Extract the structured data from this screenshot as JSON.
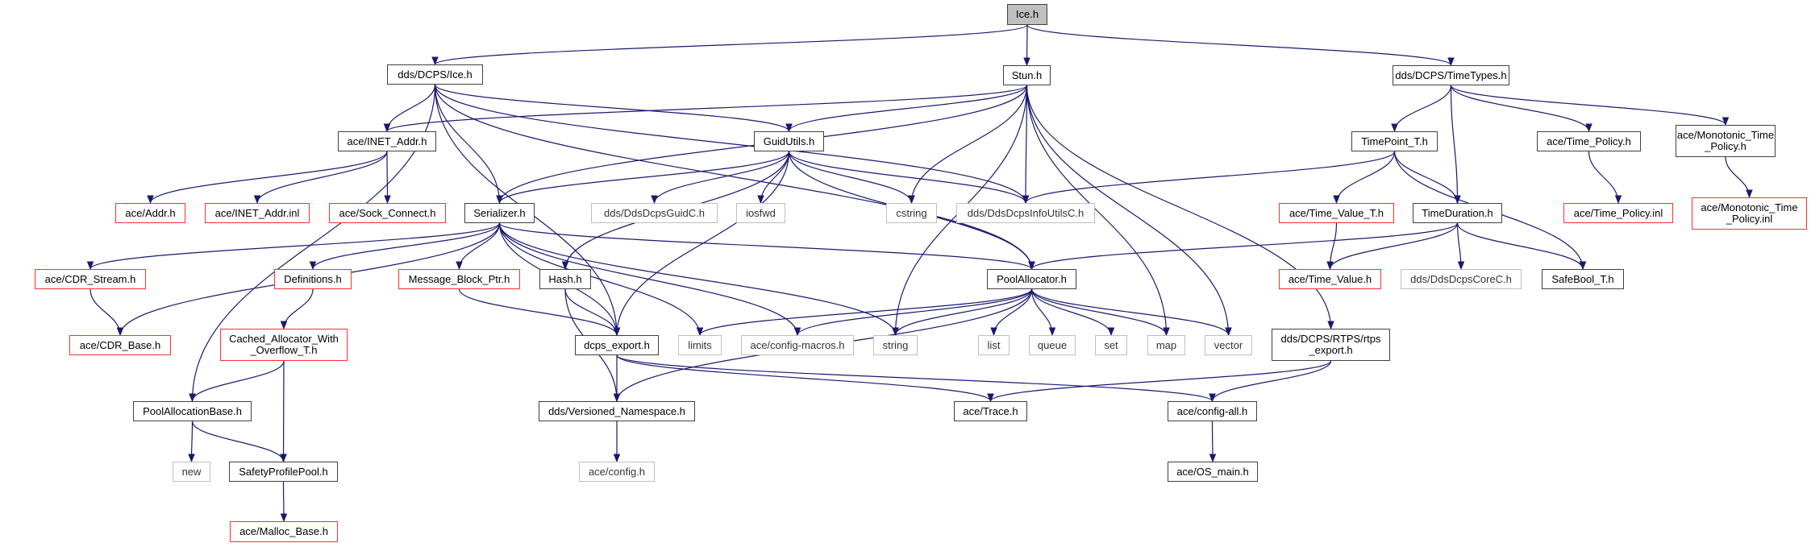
{
  "title": "Ice.h include dependency graph",
  "colors": {
    "edge": "#191970",
    "node_border": "#404040",
    "root_fill": "#bfbfbf",
    "missing_border": "#bfbfbf",
    "external_border": "#ff0000"
  },
  "nodes": [
    {
      "id": "ice_h",
      "label": "Ice.h",
      "kind": "root"
    },
    {
      "id": "dcps_ice_h",
      "label": "dds/DCPS/Ice.h",
      "kind": "normal"
    },
    {
      "id": "stun_h",
      "label": "Stun.h",
      "kind": "normal"
    },
    {
      "id": "timetypes_h",
      "label": "dds/DCPS/TimeTypes.h",
      "kind": "normal"
    },
    {
      "id": "inet_addr_h",
      "label": "ace/INET_Addr.h",
      "kind": "normal"
    },
    {
      "id": "guidutils_h",
      "label": "GuidUtils.h",
      "kind": "normal"
    },
    {
      "id": "timepoint_h",
      "label": "TimePoint_T.h",
      "kind": "normal"
    },
    {
      "id": "time_policy_h",
      "label": "ace/Time_Policy.h",
      "kind": "normal"
    },
    {
      "id": "mono_policy_h",
      "label": "ace/Monotonic_Time\n_Policy.h",
      "kind": "normal"
    },
    {
      "id": "addr_h",
      "label": "ace/Addr.h",
      "kind": "external"
    },
    {
      "id": "inet_addr_inl",
      "label": "ace/INET_Addr.inl",
      "kind": "external"
    },
    {
      "id": "sock_connect_h",
      "label": "ace/Sock_Connect.h",
      "kind": "external"
    },
    {
      "id": "serializer_h",
      "label": "Serializer.h",
      "kind": "normal"
    },
    {
      "id": "guidc_h",
      "label": "dds/DdsDcpsGuidC.h",
      "kind": "missing"
    },
    {
      "id": "iosfwd",
      "label": "iosfwd",
      "kind": "missing"
    },
    {
      "id": "cstring",
      "label": "cstring",
      "kind": "missing"
    },
    {
      "id": "infoutilsc_h",
      "label": "dds/DdsDcpsInfoUtilsC.h",
      "kind": "missing"
    },
    {
      "id": "time_value_t_h",
      "label": "ace/Time_Value_T.h",
      "kind": "external"
    },
    {
      "id": "timeduration_h",
      "label": "TimeDuration.h",
      "kind": "normal"
    },
    {
      "id": "time_policy_inl",
      "label": "ace/Time_Policy.inl",
      "kind": "external"
    },
    {
      "id": "mono_policy_inl",
      "label": "ace/Monotonic_Time\n_Policy.inl",
      "kind": "external"
    },
    {
      "id": "cdr_stream_h",
      "label": "ace/CDR_Stream.h",
      "kind": "external"
    },
    {
      "id": "definitions_h",
      "label": "Definitions.h",
      "kind": "external"
    },
    {
      "id": "mb_ptr_h",
      "label": "Message_Block_Ptr.h",
      "kind": "external"
    },
    {
      "id": "hash_h",
      "label": "Hash.h",
      "kind": "normal"
    },
    {
      "id": "poolallocator_h",
      "label": "PoolAllocator.h",
      "kind": "normal"
    },
    {
      "id": "time_value_h",
      "label": "ace/Time_Value.h",
      "kind": "external"
    },
    {
      "id": "corec_h",
      "label": "dds/DdsDcpsCoreC.h",
      "kind": "missing"
    },
    {
      "id": "safebool_h",
      "label": "SafeBool_T.h",
      "kind": "normal"
    },
    {
      "id": "cdr_base_h",
      "label": "ace/CDR_Base.h",
      "kind": "external"
    },
    {
      "id": "cached_alloc_h",
      "label": "Cached_Allocator_With\n_Overflow_T.h",
      "kind": "external"
    },
    {
      "id": "dcps_export_h",
      "label": "dcps_export.h",
      "kind": "normal"
    },
    {
      "id": "limits",
      "label": "limits",
      "kind": "missing"
    },
    {
      "id": "config_macros_h",
      "label": "ace/config-macros.h",
      "kind": "missing"
    },
    {
      "id": "string",
      "label": "string",
      "kind": "missing"
    },
    {
      "id": "list",
      "label": "list",
      "kind": "missing"
    },
    {
      "id": "queue",
      "label": "queue",
      "kind": "missing"
    },
    {
      "id": "set",
      "label": "set",
      "kind": "missing"
    },
    {
      "id": "map",
      "label": "map",
      "kind": "missing"
    },
    {
      "id": "vector",
      "label": "vector",
      "kind": "missing"
    },
    {
      "id": "rtps_export_h",
      "label": "dds/DCPS/RTPS/rtps\n_export.h",
      "kind": "normal"
    },
    {
      "id": "poolallocationbase_h",
      "label": "PoolAllocationBase.h",
      "kind": "normal"
    },
    {
      "id": "versioned_ns_h",
      "label": "dds/Versioned_Namespace.h",
      "kind": "normal"
    },
    {
      "id": "trace_h",
      "label": "ace/Trace.h",
      "kind": "normal"
    },
    {
      "id": "config_all_h",
      "label": "ace/config-all.h",
      "kind": "normal"
    },
    {
      "id": "new",
      "label": "new",
      "kind": "missing"
    },
    {
      "id": "safetyprofilepool_h",
      "label": "SafetyProfilePool.h",
      "kind": "normal"
    },
    {
      "id": "config_h",
      "label": "ace/config.h",
      "kind": "missing"
    },
    {
      "id": "os_main_h",
      "label": "ace/OS_main.h",
      "kind": "normal"
    },
    {
      "id": "malloc_base_h",
      "label": "ace/Malloc_Base.h",
      "kind": "external"
    }
  ],
  "edges": [
    [
      "ice_h",
      "dcps_ice_h"
    ],
    [
      "ice_h",
      "stun_h"
    ],
    [
      "ice_h",
      "timetypes_h"
    ],
    [
      "dcps_ice_h",
      "inet_addr_h"
    ],
    [
      "dcps_ice_h",
      "serializer_h"
    ],
    [
      "dcps_ice_h",
      "guidutils_h"
    ],
    [
      "dcps_ice_h",
      "infoutilsc_h"
    ],
    [
      "dcps_ice_h",
      "poolallocator_h"
    ],
    [
      "dcps_ice_h",
      "dcps_export_h"
    ],
    [
      "dcps_ice_h",
      "poolallocationbase_h"
    ],
    [
      "stun_h",
      "inet_addr_h"
    ],
    [
      "stun_h",
      "serializer_h"
    ],
    [
      "stun_h",
      "guidutils_h"
    ],
    [
      "stun_h",
      "cstring"
    ],
    [
      "stun_h",
      "infoutilsc_h"
    ],
    [
      "stun_h",
      "string"
    ],
    [
      "stun_h",
      "map"
    ],
    [
      "stun_h",
      "vector"
    ],
    [
      "stun_h",
      "rtps_export_h"
    ],
    [
      "timetypes_h",
      "timepoint_h"
    ],
    [
      "timetypes_h",
      "timeduration_h"
    ],
    [
      "timetypes_h",
      "time_policy_h"
    ],
    [
      "timetypes_h",
      "mono_policy_h"
    ],
    [
      "inet_addr_h",
      "addr_h"
    ],
    [
      "inet_addr_h",
      "inet_addr_inl"
    ],
    [
      "inet_addr_h",
      "sock_connect_h"
    ],
    [
      "guidutils_h",
      "serializer_h"
    ],
    [
      "guidutils_h",
      "guidc_h"
    ],
    [
      "guidutils_h",
      "iosfwd"
    ],
    [
      "guidutils_h",
      "cstring"
    ],
    [
      "guidutils_h",
      "infoutilsc_h"
    ],
    [
      "guidutils_h",
      "hash_h"
    ],
    [
      "guidutils_h",
      "poolallocator_h"
    ],
    [
      "guidutils_h",
      "dcps_export_h"
    ],
    [
      "timepoint_h",
      "infoutilsc_h"
    ],
    [
      "timepoint_h",
      "time_value_t_h"
    ],
    [
      "timepoint_h",
      "timeduration_h"
    ],
    [
      "timepoint_h",
      "safebool_h"
    ],
    [
      "time_policy_h",
      "time_policy_inl"
    ],
    [
      "mono_policy_h",
      "mono_policy_inl"
    ],
    [
      "serializer_h",
      "cdr_stream_h"
    ],
    [
      "serializer_h",
      "definitions_h"
    ],
    [
      "serializer_h",
      "mb_ptr_h"
    ],
    [
      "serializer_h",
      "cdr_base_h"
    ],
    [
      "serializer_h",
      "poolallocator_h"
    ],
    [
      "serializer_h",
      "dcps_export_h"
    ],
    [
      "serializer_h",
      "limits"
    ],
    [
      "serializer_h",
      "config_macros_h"
    ],
    [
      "serializer_h",
      "string"
    ],
    [
      "time_value_t_h",
      "time_value_h"
    ],
    [
      "timeduration_h",
      "time_value_h"
    ],
    [
      "timeduration_h",
      "corec_h"
    ],
    [
      "timeduration_h",
      "safebool_h"
    ],
    [
      "timeduration_h",
      "poolallocator_h"
    ],
    [
      "cdr_stream_h",
      "cdr_base_h"
    ],
    [
      "definitions_h",
      "cached_alloc_h"
    ],
    [
      "mb_ptr_h",
      "dcps_export_h"
    ],
    [
      "hash_h",
      "dcps_export_h"
    ],
    [
      "hash_h",
      "versioned_ns_h"
    ],
    [
      "poolallocator_h",
      "limits"
    ],
    [
      "poolallocator_h",
      "config_macros_h"
    ],
    [
      "poolallocator_h",
      "string"
    ],
    [
      "poolallocator_h",
      "list"
    ],
    [
      "poolallocator_h",
      "queue"
    ],
    [
      "poolallocator_h",
      "set"
    ],
    [
      "poolallocator_h",
      "map"
    ],
    [
      "poolallocator_h",
      "vector"
    ],
    [
      "poolallocator_h",
      "versioned_ns_h"
    ],
    [
      "cached_alloc_h",
      "poolallocationbase_h"
    ],
    [
      "cached_alloc_h",
      "safetyprofilepool_h"
    ],
    [
      "dcps_export_h",
      "versioned_ns_h"
    ],
    [
      "dcps_export_h",
      "trace_h"
    ],
    [
      "dcps_export_h",
      "config_all_h"
    ],
    [
      "rtps_export_h",
      "trace_h"
    ],
    [
      "rtps_export_h",
      "config_all_h"
    ],
    [
      "poolallocationbase_h",
      "new"
    ],
    [
      "poolallocationbase_h",
      "safetyprofilepool_h"
    ],
    [
      "versioned_ns_h",
      "config_h"
    ],
    [
      "config_all_h",
      "os_main_h"
    ],
    [
      "safetyprofilepool_h",
      "malloc_base_h"
    ]
  ]
}
